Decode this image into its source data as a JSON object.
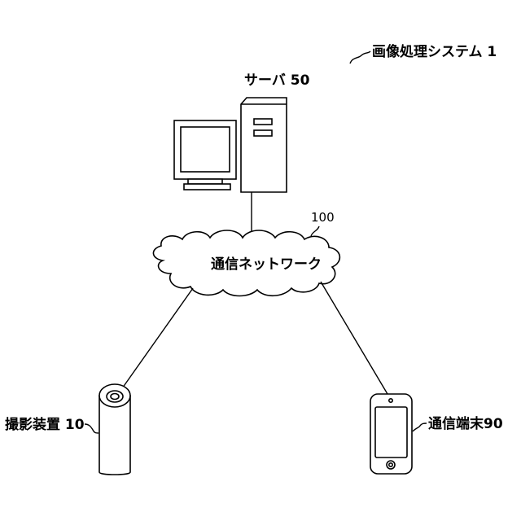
{
  "system": {
    "label": "画像処理システム 1"
  },
  "server": {
    "label": "サーバ 50"
  },
  "network": {
    "label": "通信ネットワーク",
    "ref": "100"
  },
  "camera": {
    "label": "撮影装置 10"
  },
  "terminal": {
    "label": "通信端末90"
  },
  "colors": {
    "stroke": "#000000",
    "background": "#ffffff"
  }
}
